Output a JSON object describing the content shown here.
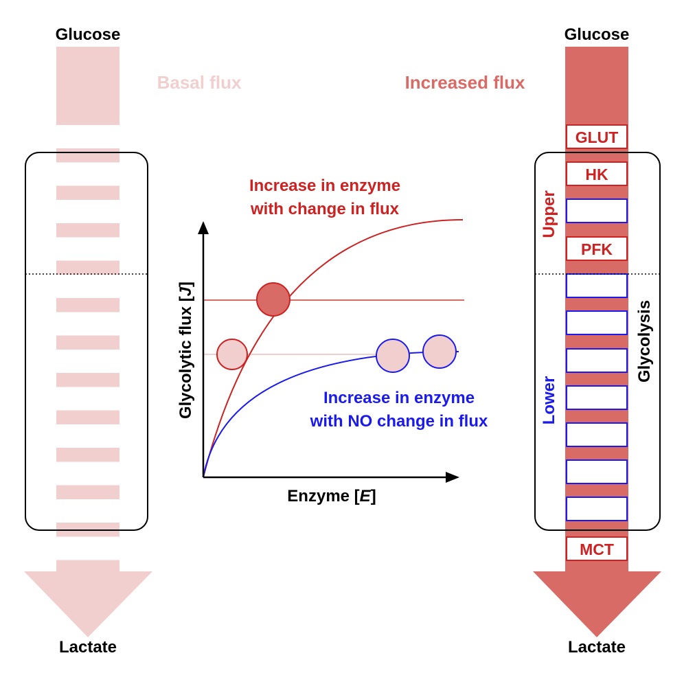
{
  "left_arrow": {
    "top_label": "Glucose",
    "bottom_label": "Lactate",
    "flux_label": "Basal flux"
  },
  "right_arrow": {
    "top_label": "Glucose",
    "bottom_label": "Lactate",
    "flux_label": "Increased flux",
    "enzymes": {
      "glut": "GLUT",
      "hk": "HK",
      "pfk": "PFK",
      "mct": "MCT"
    },
    "upper_label": "Upper",
    "lower_label": "Lower",
    "glycolysis_label": "Glycolysis"
  },
  "graph": {
    "y_axis_label_main": "Glycolytic flux [",
    "y_axis_label_var": "J",
    "y_axis_label_end": "]",
    "x_axis_label_main": "Enzyme [",
    "x_axis_label_var": "E",
    "x_axis_label_end": "]",
    "red_annotation_line1": "Increase in enzyme",
    "red_annotation_line2": "with change in flux",
    "blue_annotation_line1": "Increase in enzyme",
    "blue_annotation_line2": "with NO change in flux"
  },
  "colors": {
    "basal_flux": "#f2cfcf",
    "increased_flux": "#d86b66",
    "red": "#cc2222",
    "blue": "#1a1aee",
    "circle_light": "#f2cfcf",
    "circle_dark": "#d86b66"
  }
}
